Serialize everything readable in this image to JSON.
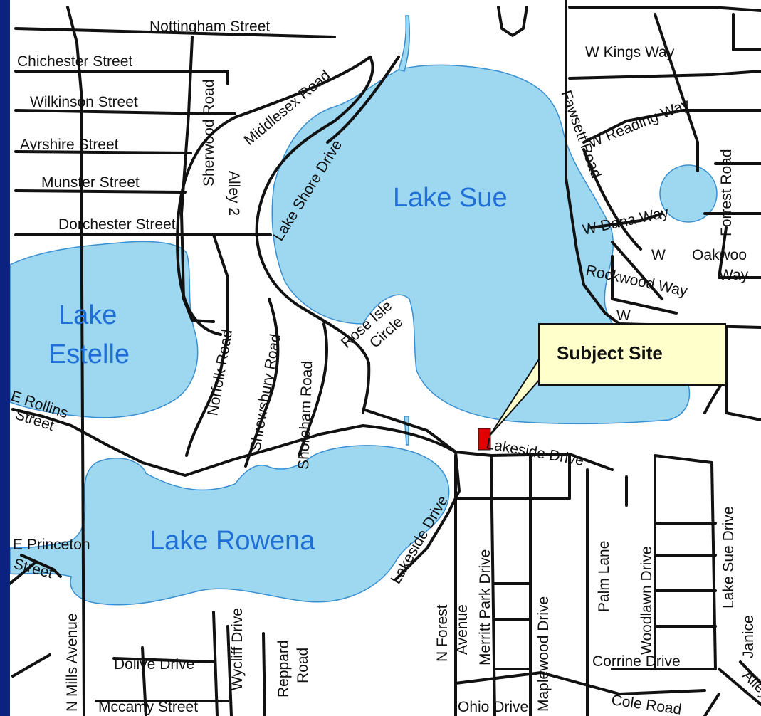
{
  "colors": {
    "water": "#9dd8f0",
    "water_outline": "#3a8fd0",
    "road": "#111111",
    "lake_label": "#1f6fd6",
    "site_marker": "#e00000",
    "callout_fill": "#ffffcc",
    "frame": "#0d2a8c"
  },
  "lakes": {
    "sue": "Lake Sue",
    "estelle_1": "Lake",
    "estelle_2": "Estelle",
    "rowena": "Lake Rowena"
  },
  "callout": {
    "label": "Subject Site"
  },
  "streets": {
    "nottingham": "Nottingham Street",
    "chichester": "Chichester Street",
    "wilkinson": "Wilkinson Street",
    "ayrshire": "Ayrshire Street",
    "munster": "Munster Street",
    "dorchester": "Dorchester Street",
    "sherwood": "Sherwood Road",
    "middlesex": "Middlesex Road",
    "lake_shore": "Lake Shore Drive",
    "alley2": "Alley 2",
    "norfolk": "Norfolk Road",
    "shrewsbury": "Shrewsbury Road",
    "shoreham": "Shoreham Road",
    "rose_isle_1": "Rose Isle",
    "rose_isle_2": "Circle",
    "w_kings": "W Kings Way",
    "w_reading": "W Reading Way",
    "fawsett": "Fawsett Road",
    "forrest": "Forrest Road",
    "w_dana": "W Dana Way",
    "w": "W",
    "oakwood": "Oakwoo",
    "way": "Way",
    "rockwood": "Rockwood Way",
    "w_short": "W",
    "rollins_1": "E Rollins",
    "rollins_2": "Street",
    "lakeside_drive": "Lakeside Drive",
    "lakeside_drive_2": "Lakeside Drive",
    "princeton_1": "E Princeton",
    "princeton_2": "Street",
    "n_mills": "N Mills Avenue",
    "wycliff": "Wycliff Drive",
    "reppard_1": "Reppard",
    "reppard_2": "Road",
    "dolive": "Dolive Drive",
    "mccamy": "Mccamy Street",
    "n_forest_1": "N Forest",
    "n_forest_2": "Avenue",
    "merritt_park": "Merritt Park Drive",
    "maplewood": "Maplewood Drive",
    "palm": "Palm Lane",
    "woodlawn": "Woodlawn Drive",
    "lake_sue_drive": "Lake Sue Drive",
    "janice": "Janice",
    "corrine": "Corrine Drive",
    "ohio": "Ohio Drive",
    "cole": "Cole Road",
    "alley": "Alley"
  }
}
